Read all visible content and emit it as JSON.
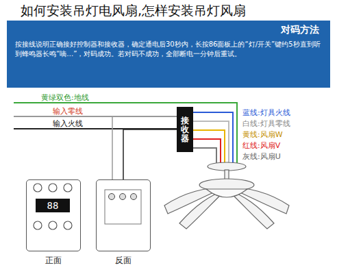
{
  "diagram": {
    "title": "如何安装吊灯电风扇,怎样安装吊灯风扇",
    "nodes": [
      {
        "text": [
          "对码方法",
          "按接线说明正确接好控制器和接收器，确定通电后30秒内，长按86面板上的“灯/开关”键约5秒直到听到蜂鸣器长鸣“嘀…”，对码成功。若对码不成功，全部断电一分钟后重试。"
        ]
      },
      {
        "text": [
          "接收器"
        ]
      },
      {
        "text": [
          "88",
          "正面"
        ]
      },
      {
        "text": [
          "反面"
        ]
      }
    ],
    "edges": [
      {
        "from": 3,
        "to": 1,
        "arrow": "none"
      }
    ],
    "labels": [
      "黄绿双色:地线",
      "输入零线",
      "输入火线",
      "蓝线:灯具火线",
      "白线:灯具零线",
      "黄线:风扇W",
      "红线:风扇V",
      "灰线:风扇U"
    ]
  }
}
